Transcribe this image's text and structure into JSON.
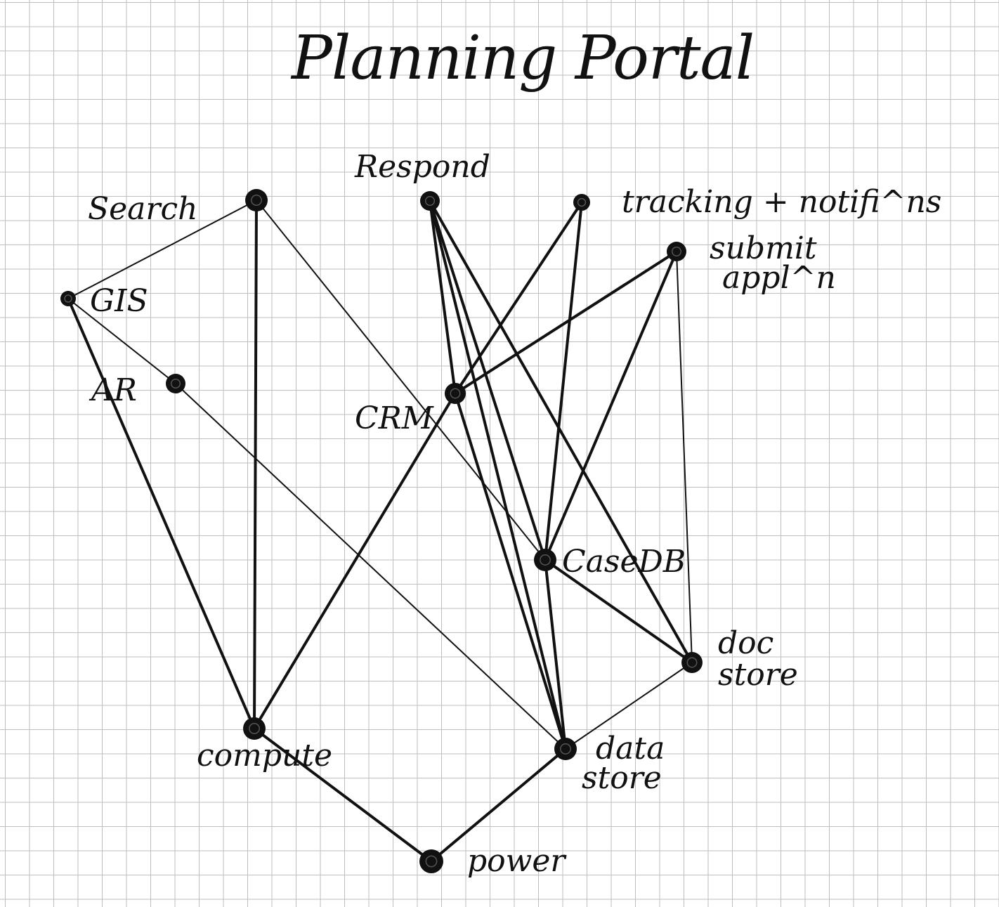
{
  "title": "Planning Portal",
  "nodes": {
    "search": {
      "label": "Search"
    },
    "respond": {
      "label": "Respond"
    },
    "tracking": {
      "label": "tracking + notifi^ns"
    },
    "submit": {
      "label_line1": "submit",
      "label_line2": "appl^n"
    },
    "gis": {
      "label": "GIS"
    },
    "ar": {
      "label": "AR"
    },
    "crm": {
      "label": "CRM"
    },
    "casedb": {
      "label": "CaseDB"
    },
    "docstore": {
      "label_line1": "doc",
      "label_line2": "store"
    },
    "compute": {
      "label": "compute"
    },
    "datastore": {
      "label_line1": "data",
      "label_line2": "store"
    },
    "power": {
      "label": "power"
    }
  },
  "edges": [
    [
      "search",
      "gis"
    ],
    [
      "search",
      "compute"
    ],
    [
      "search",
      "casedb"
    ],
    [
      "gis",
      "ar"
    ],
    [
      "gis",
      "compute"
    ],
    [
      "ar",
      "datastore"
    ],
    [
      "respond",
      "crm"
    ],
    [
      "respond",
      "casedb"
    ],
    [
      "respond",
      "docstore"
    ],
    [
      "respond",
      "datastore"
    ],
    [
      "tracking",
      "crm"
    ],
    [
      "tracking",
      "casedb"
    ],
    [
      "submit",
      "crm"
    ],
    [
      "submit",
      "casedb"
    ],
    [
      "submit",
      "docstore"
    ],
    [
      "crm",
      "compute"
    ],
    [
      "crm",
      "datastore"
    ],
    [
      "casedb",
      "docstore"
    ],
    [
      "casedb",
      "datastore"
    ],
    [
      "docstore",
      "datastore"
    ],
    [
      "compute",
      "power"
    ],
    [
      "datastore",
      "power"
    ]
  ]
}
